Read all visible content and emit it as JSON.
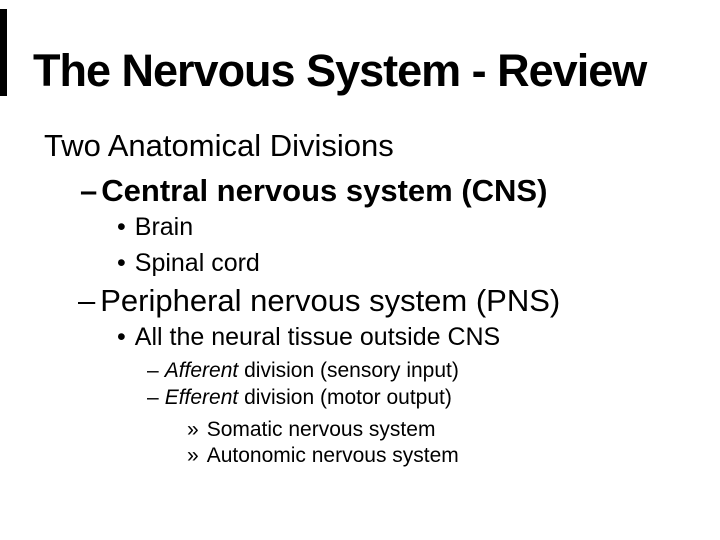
{
  "slide": {
    "background_color": "#ffffff",
    "text_color": "#000000",
    "title": "The Nervous System - Review",
    "bullets": [
      {
        "level": 1,
        "marker": "",
        "text": "Two Anatomical Divisions",
        "bold": false
      },
      {
        "level": 2,
        "marker": "–",
        "text": "Central nervous system (CNS)",
        "bold": true
      },
      {
        "level": 3,
        "marker": "•",
        "text": "Brain",
        "bold": false
      },
      {
        "level": 3,
        "marker": "•",
        "text": "Spinal cord",
        "bold": false
      },
      {
        "level": 2,
        "marker": "–",
        "text": "Peripheral nervous system (PNS)",
        "bold": false
      },
      {
        "level": 3,
        "marker": "•",
        "text": "All the neural tissue outside CNS",
        "bold": false
      },
      {
        "level": 4,
        "marker": "–",
        "italic": "Afferent",
        "text": "division (sensory input)",
        "bold": false
      },
      {
        "level": 4,
        "marker": "–",
        "italic": "Efferent",
        "text": "division (motor output)",
        "bold": false
      },
      {
        "level": 5,
        "marker": "»",
        "text": "Somatic nervous system",
        "bold": false
      },
      {
        "level": 5,
        "marker": "»",
        "text": "Autonomic nervous system",
        "bold": false
      }
    ]
  }
}
